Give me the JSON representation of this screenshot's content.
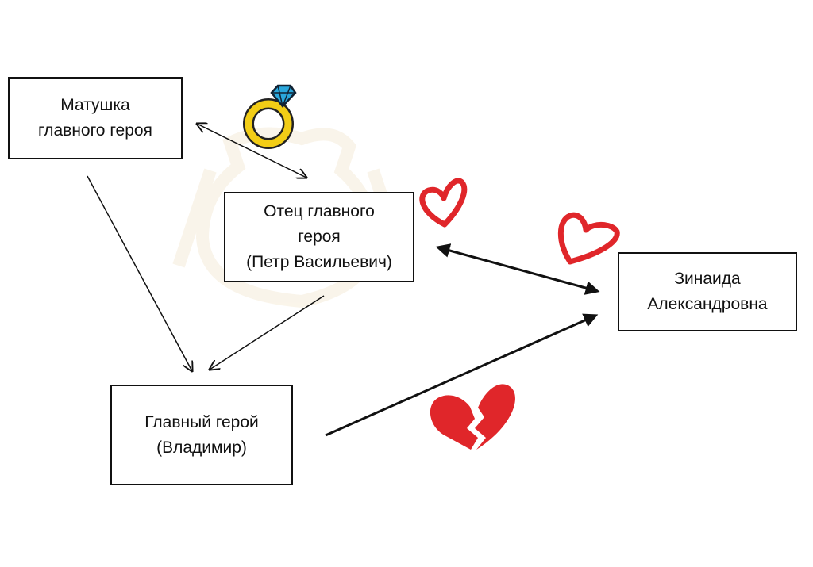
{
  "nodes": {
    "mother": {
      "lines": [
        "Матушка",
        "главного героя"
      ]
    },
    "father": {
      "lines": [
        "Отец главного",
        "героя",
        "(Петр Васильевич)"
      ]
    },
    "hero": {
      "lines": [
        "Главный герой",
        "(Владимир)"
      ]
    },
    "zinaida": {
      "lines": [
        "Зинаида",
        "Александровна"
      ]
    }
  },
  "edges": [
    {
      "from": "mother",
      "to": "father",
      "direction": "both",
      "style": "thin"
    },
    {
      "from": "mother",
      "to": "hero",
      "direction": "forward",
      "style": "thin"
    },
    {
      "from": "father",
      "to": "hero",
      "direction": "forward",
      "style": "thin"
    },
    {
      "from": "father",
      "to": "zinaida",
      "direction": "both",
      "style": "bold"
    },
    {
      "from": "hero",
      "to": "zinaida",
      "direction": "forward",
      "style": "bold"
    }
  ],
  "icons": [
    {
      "name": "ring-icon",
      "meaning": "marriage"
    },
    {
      "name": "heart-icon",
      "meaning": "love"
    },
    {
      "name": "heart-icon",
      "meaning": "love"
    },
    {
      "name": "broken-heart-icon",
      "meaning": "unrequited love"
    }
  ],
  "colors": {
    "ring_gold": "#f2cd16",
    "ring_gem": "#2aa7dc",
    "heart_red": "#e0262a",
    "watermark": "#f5ecd9",
    "line": "#111111"
  }
}
